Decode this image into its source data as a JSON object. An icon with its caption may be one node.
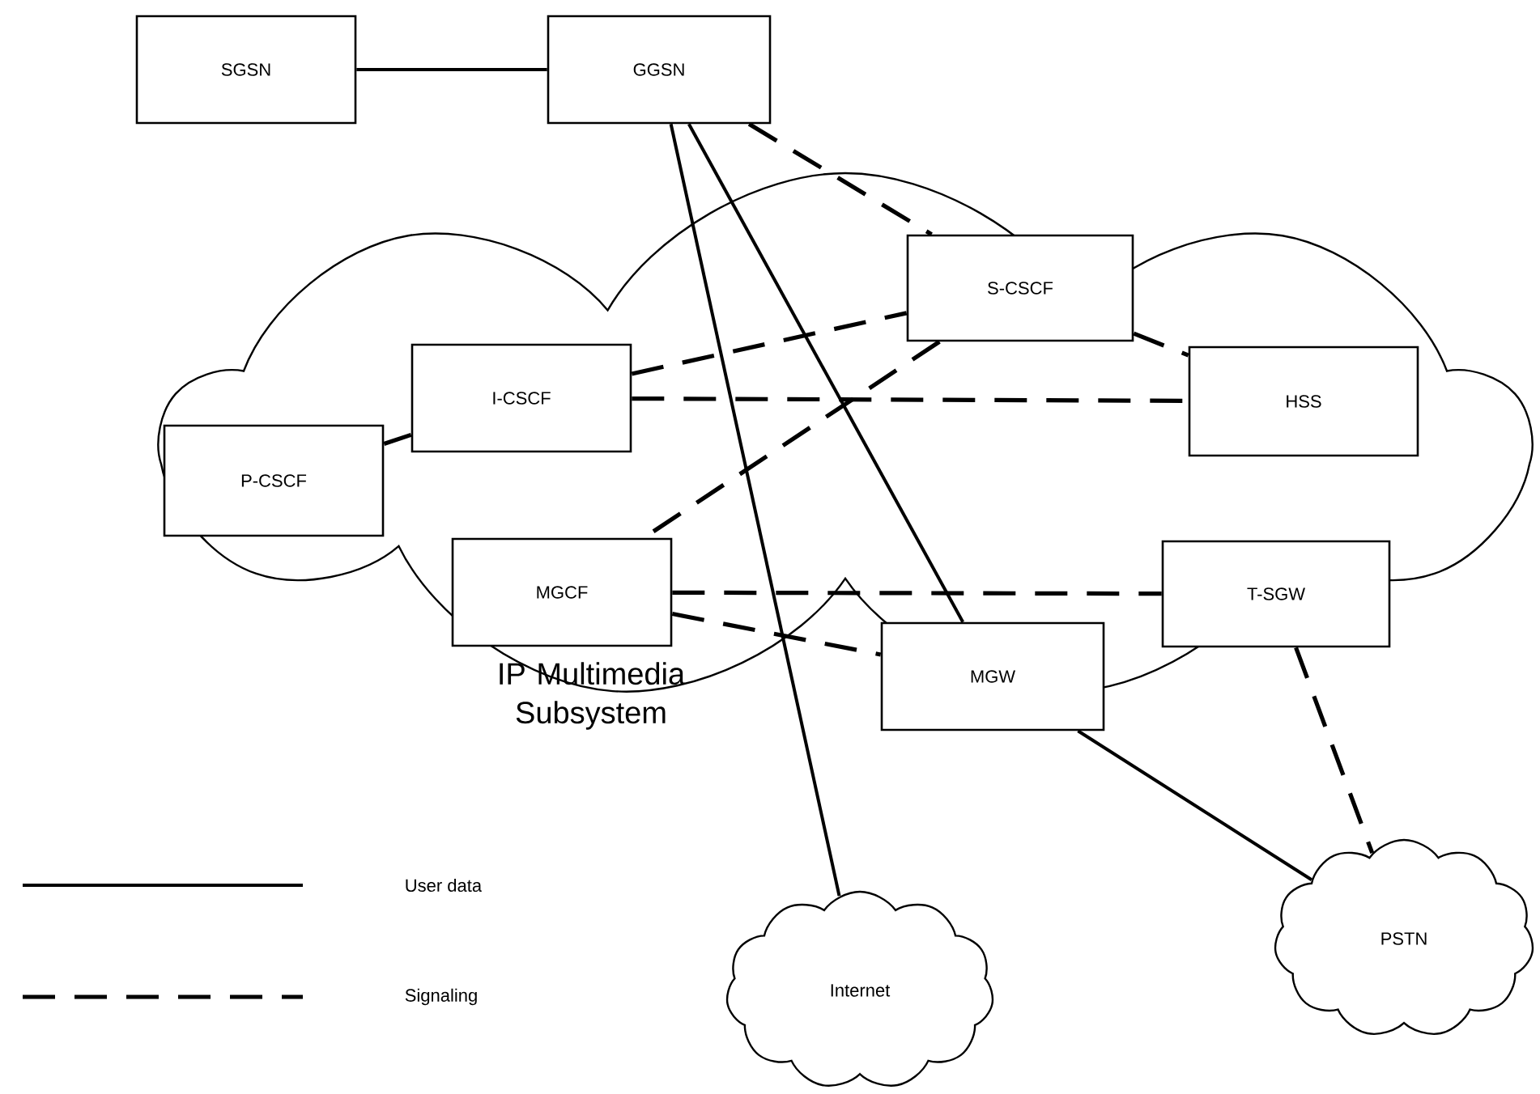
{
  "diagram": {
    "nodes": [
      {
        "text": [
          "SGSN"
        ]
      },
      {
        "text": [
          "GGSN"
        ]
      },
      {
        "text": [
          "IP Multimedia Subsystem"
        ]
      },
      {
        "text": [
          "S-CSCF"
        ],
        "in": 2
      },
      {
        "text": [
          "I-CSCF"
        ],
        "in": 2
      },
      {
        "text": [
          "HSS"
        ],
        "in": 2
      },
      {
        "text": [
          "P-CSCF"
        ],
        "in": 2
      },
      {
        "text": [
          "MGCF"
        ],
        "in": 2
      },
      {
        "text": [
          "T-SGW"
        ],
        "in": 2
      },
      {
        "text": [
          "MGW"
        ],
        "in": 2
      },
      {
        "text": [
          "Internet"
        ]
      },
      {
        "text": [
          "PSTN"
        ]
      }
    ],
    "edges": [
      {
        "from": 0,
        "to": 1,
        "arrow": "none"
      },
      {
        "from": 1,
        "to": 10,
        "arrow": "none"
      },
      {
        "from": 1,
        "to": 9,
        "arrow": "none"
      },
      {
        "from": 1,
        "to": 3,
        "arrow": "none",
        "style": "dashed"
      },
      {
        "from": 4,
        "to": 3,
        "arrow": "none",
        "style": "dashed"
      },
      {
        "from": 4,
        "to": 5,
        "arrow": "none",
        "style": "dashed"
      },
      {
        "from": 3,
        "to": 5,
        "arrow": "none",
        "style": "dashed"
      },
      {
        "from": 6,
        "to": 4,
        "arrow": "none",
        "style": "dashed"
      },
      {
        "from": 3,
        "to": 7,
        "arrow": "none",
        "style": "dashed"
      },
      {
        "from": 7,
        "to": 8,
        "arrow": "none",
        "style": "dashed"
      },
      {
        "from": 7,
        "to": 9,
        "arrow": "none",
        "style": "dashed"
      },
      {
        "from": 9,
        "to": 11,
        "arrow": "none"
      },
      {
        "from": 8,
        "to": 11,
        "arrow": "none",
        "style": "dashed"
      }
    ],
    "legend": [
      {
        "text": "User data"
      },
      {
        "text": "Signaling"
      }
    ]
  }
}
